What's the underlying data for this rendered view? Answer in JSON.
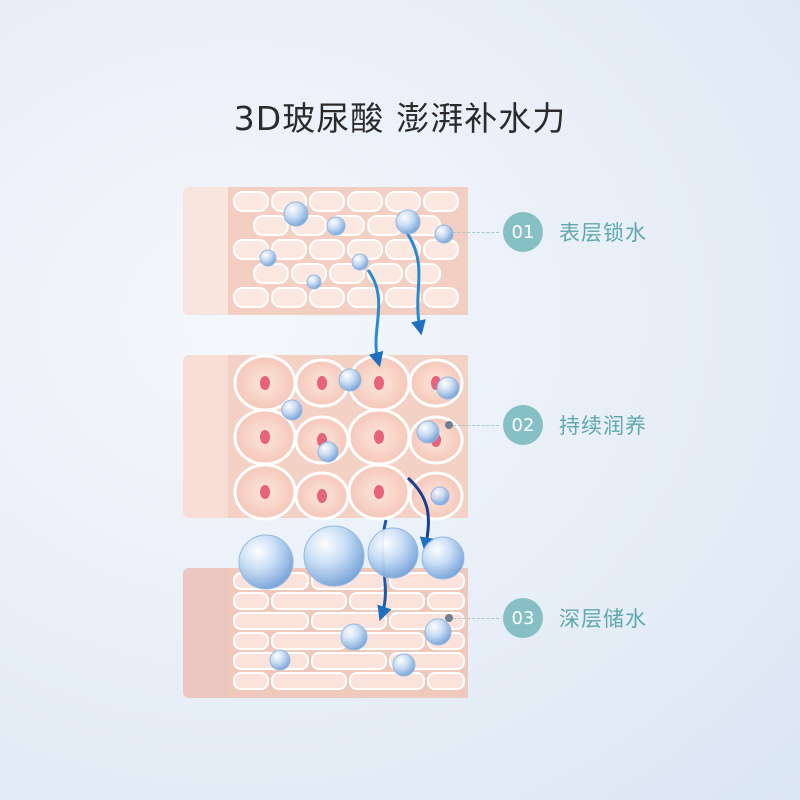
{
  "title_main": "3D玻尿酸",
  "title_sub": "澎湃补水力",
  "steps": [
    {
      "number": "01",
      "label": "表层锁水"
    },
    {
      "number": "02",
      "label": "持续润养"
    },
    {
      "number": "03",
      "label": "深层储水"
    }
  ],
  "colors": {
    "accent": "#86c0c4",
    "accent_text": "#5fa8ad",
    "skin_layer_bg": "#f4d6cd",
    "cell_outline": "#ffffff",
    "cell_fill": "#f2c4b6",
    "nucleus": "#e7627a",
    "arrow": "#1f6fbf",
    "water_drop": "#9cc6ee"
  }
}
